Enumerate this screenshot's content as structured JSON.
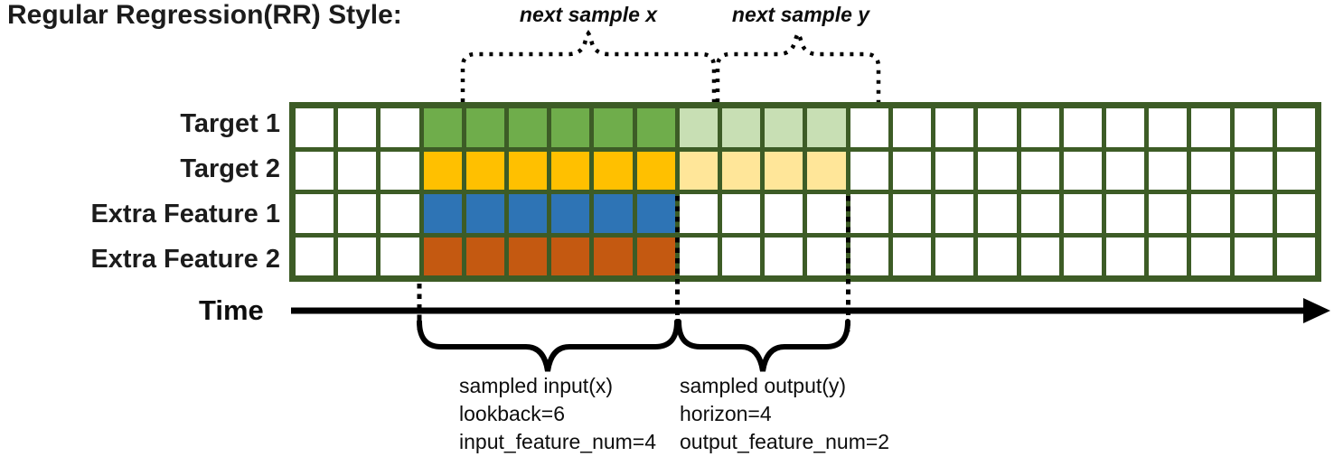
{
  "title": "Regular Regression(RR) Style:",
  "annotations": {
    "next_sample_x": "next sample x",
    "next_sample_y": "next sample y"
  },
  "time_axis": {
    "label": "Time"
  },
  "grid": {
    "total_columns": 24,
    "lead_empty_columns": 3,
    "input_cols": [
      4,
      9
    ],
    "output_cols": [
      10,
      13
    ],
    "lattice_color": "#3d5c26",
    "empty_cell_color": "#ffffff",
    "rows": [
      {
        "label": "Target 1",
        "input_color": "#6fad4b",
        "output_color": "#c8dfb4"
      },
      {
        "label": "Target 2",
        "input_color": "#ffc000",
        "output_color": "#ffe699"
      },
      {
        "label": "Extra Feature 1",
        "input_color": "#2e74b5",
        "output_color": null
      },
      {
        "label": "Extra Feature 2",
        "input_color": "#c45911",
        "output_color": null
      }
    ]
  },
  "captions": {
    "input": {
      "lines": [
        "sampled input(x)",
        "lookback=6",
        "input_feature_num=4"
      ]
    },
    "output": {
      "lines": [
        "sampled output(y)",
        "horizon=4",
        "output_feature_num=2"
      ]
    }
  },
  "params": {
    "lookback": 6,
    "horizon": 4,
    "input_feature_num": 4,
    "output_feature_num": 2
  }
}
